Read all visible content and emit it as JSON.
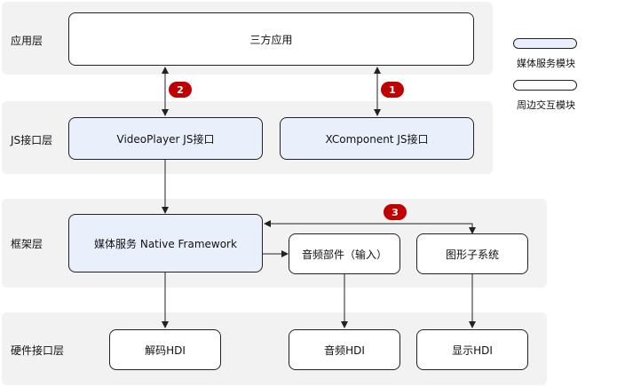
{
  "layers": {
    "app": "应用层",
    "js": "JS接口层",
    "framework": "框架层",
    "hdi": "硬件接口层"
  },
  "boxes": {
    "third_party_app": "三方应用",
    "videoplayer_js": "VideoPlayer JS接口",
    "xcomponent_js": "XComponent JS接口",
    "media_native_framework": "媒体服务 Native Framework",
    "audio_component_input": "音频部件（输入）",
    "graphics_subsystem": "图形子系统",
    "decode_hdi": "解码HDI",
    "audio_hdi": "音频HDI",
    "display_hdi": "显示HDI"
  },
  "legend": {
    "media_module": "媒体服务模块",
    "peripheral_module": "周边交互模块",
    "media_color": "#eaf0fb",
    "peripheral_color": "#ffffff"
  },
  "badges": [
    "2",
    "1",
    "3"
  ],
  "colors": {
    "badge": "#c00000",
    "layer_bg": "#f2f2f2"
  }
}
